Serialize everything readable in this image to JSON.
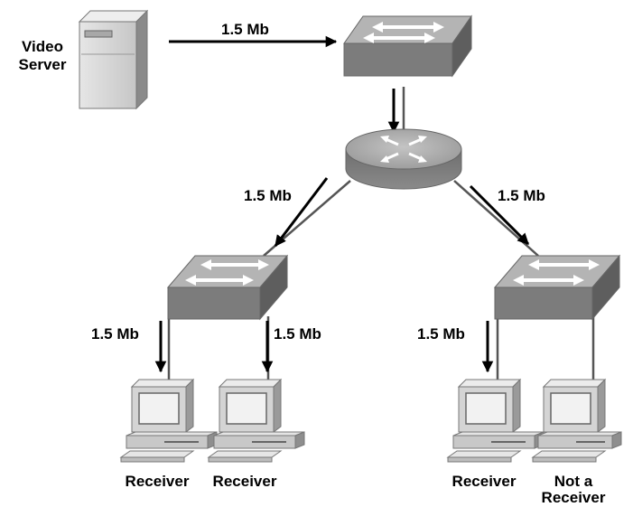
{
  "server": {
    "label_line1": "Video",
    "label_line2": "Server"
  },
  "links": {
    "server_to_switch": "1.5 Mb",
    "router_to_left": "1.5 Mb",
    "router_to_right": "1.5 Mb",
    "left_switch_to_pc1": "1.5 Mb",
    "left_switch_to_pc2": "1.5 Mb",
    "right_switch_to_pc3": "1.5 Mb"
  },
  "hosts": [
    {
      "label_line1": "Receiver",
      "label_line2": ""
    },
    {
      "label_line1": "Receiver",
      "label_line2": ""
    },
    {
      "label_line1": "Receiver",
      "label_line2": ""
    },
    {
      "label_line1": "Not a",
      "label_line2": "Receiver"
    }
  ],
  "colors": {
    "device_top": "#b0b0b0",
    "device_side": "#6a6a6a",
    "device_front": "#7c7c7c",
    "pc_body": "#d6d6d6",
    "pc_edge": "#8a8a8a",
    "line": "#000000"
  }
}
